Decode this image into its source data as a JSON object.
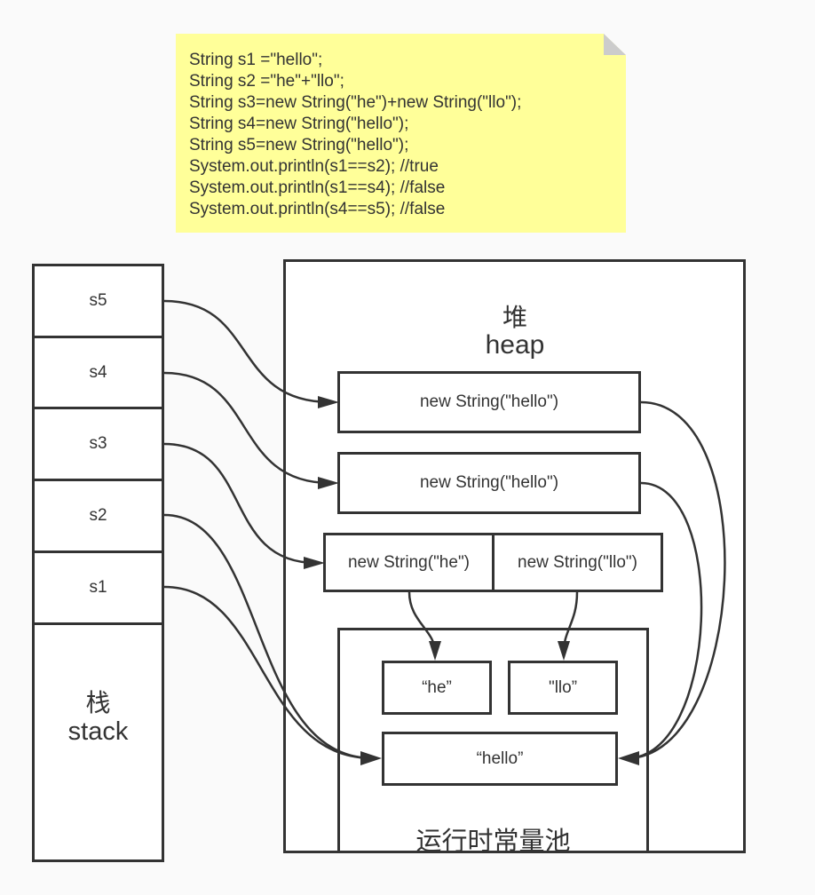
{
  "code_note": {
    "lines": [
      "String s1 =\"hello\";",
      "String s2 =\"he\"+\"llo\";",
      "String s3=new String(\"he\")+new String(\"llo\");",
      "String s4=new String(\"hello\");",
      "String s5=new String(\"hello\");",
      "System.out.println(s1==s2); //true",
      "System.out.println(s1==s4); //false",
      "System.out.println(s4==s5); //false"
    ]
  },
  "stack": {
    "cells": [
      "s5",
      "s4",
      "s3",
      "s2",
      "s1"
    ],
    "title_cn": "栈",
    "title_en": "stack"
  },
  "heap": {
    "title_cn": "堆",
    "title_en": "heap",
    "objects": {
      "hello_a": "new String(\"hello\")",
      "hello_b": "new String(\"hello\")",
      "he": "new String(\"he\")",
      "llo": "new String(\"llo\")"
    }
  },
  "constant_pool": {
    "title": "运行时常量池",
    "he": "“he”",
    "llo": "\"llo”",
    "hello": "“hello”"
  },
  "colors": {
    "note_fill": "#ffff99",
    "stroke": "#333333",
    "background": "#fafafa"
  }
}
